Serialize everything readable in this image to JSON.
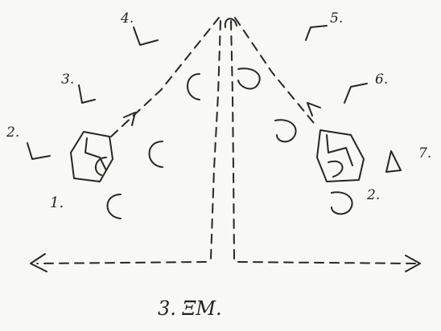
{
  "figure": {
    "caption": "3. ΞM.",
    "left_group": {
      "labels": [
        "1.",
        "2.",
        "3.",
        "4."
      ]
    },
    "right_group": {
      "labels": [
        "2.",
        "5.",
        "6.",
        "7."
      ]
    }
  }
}
